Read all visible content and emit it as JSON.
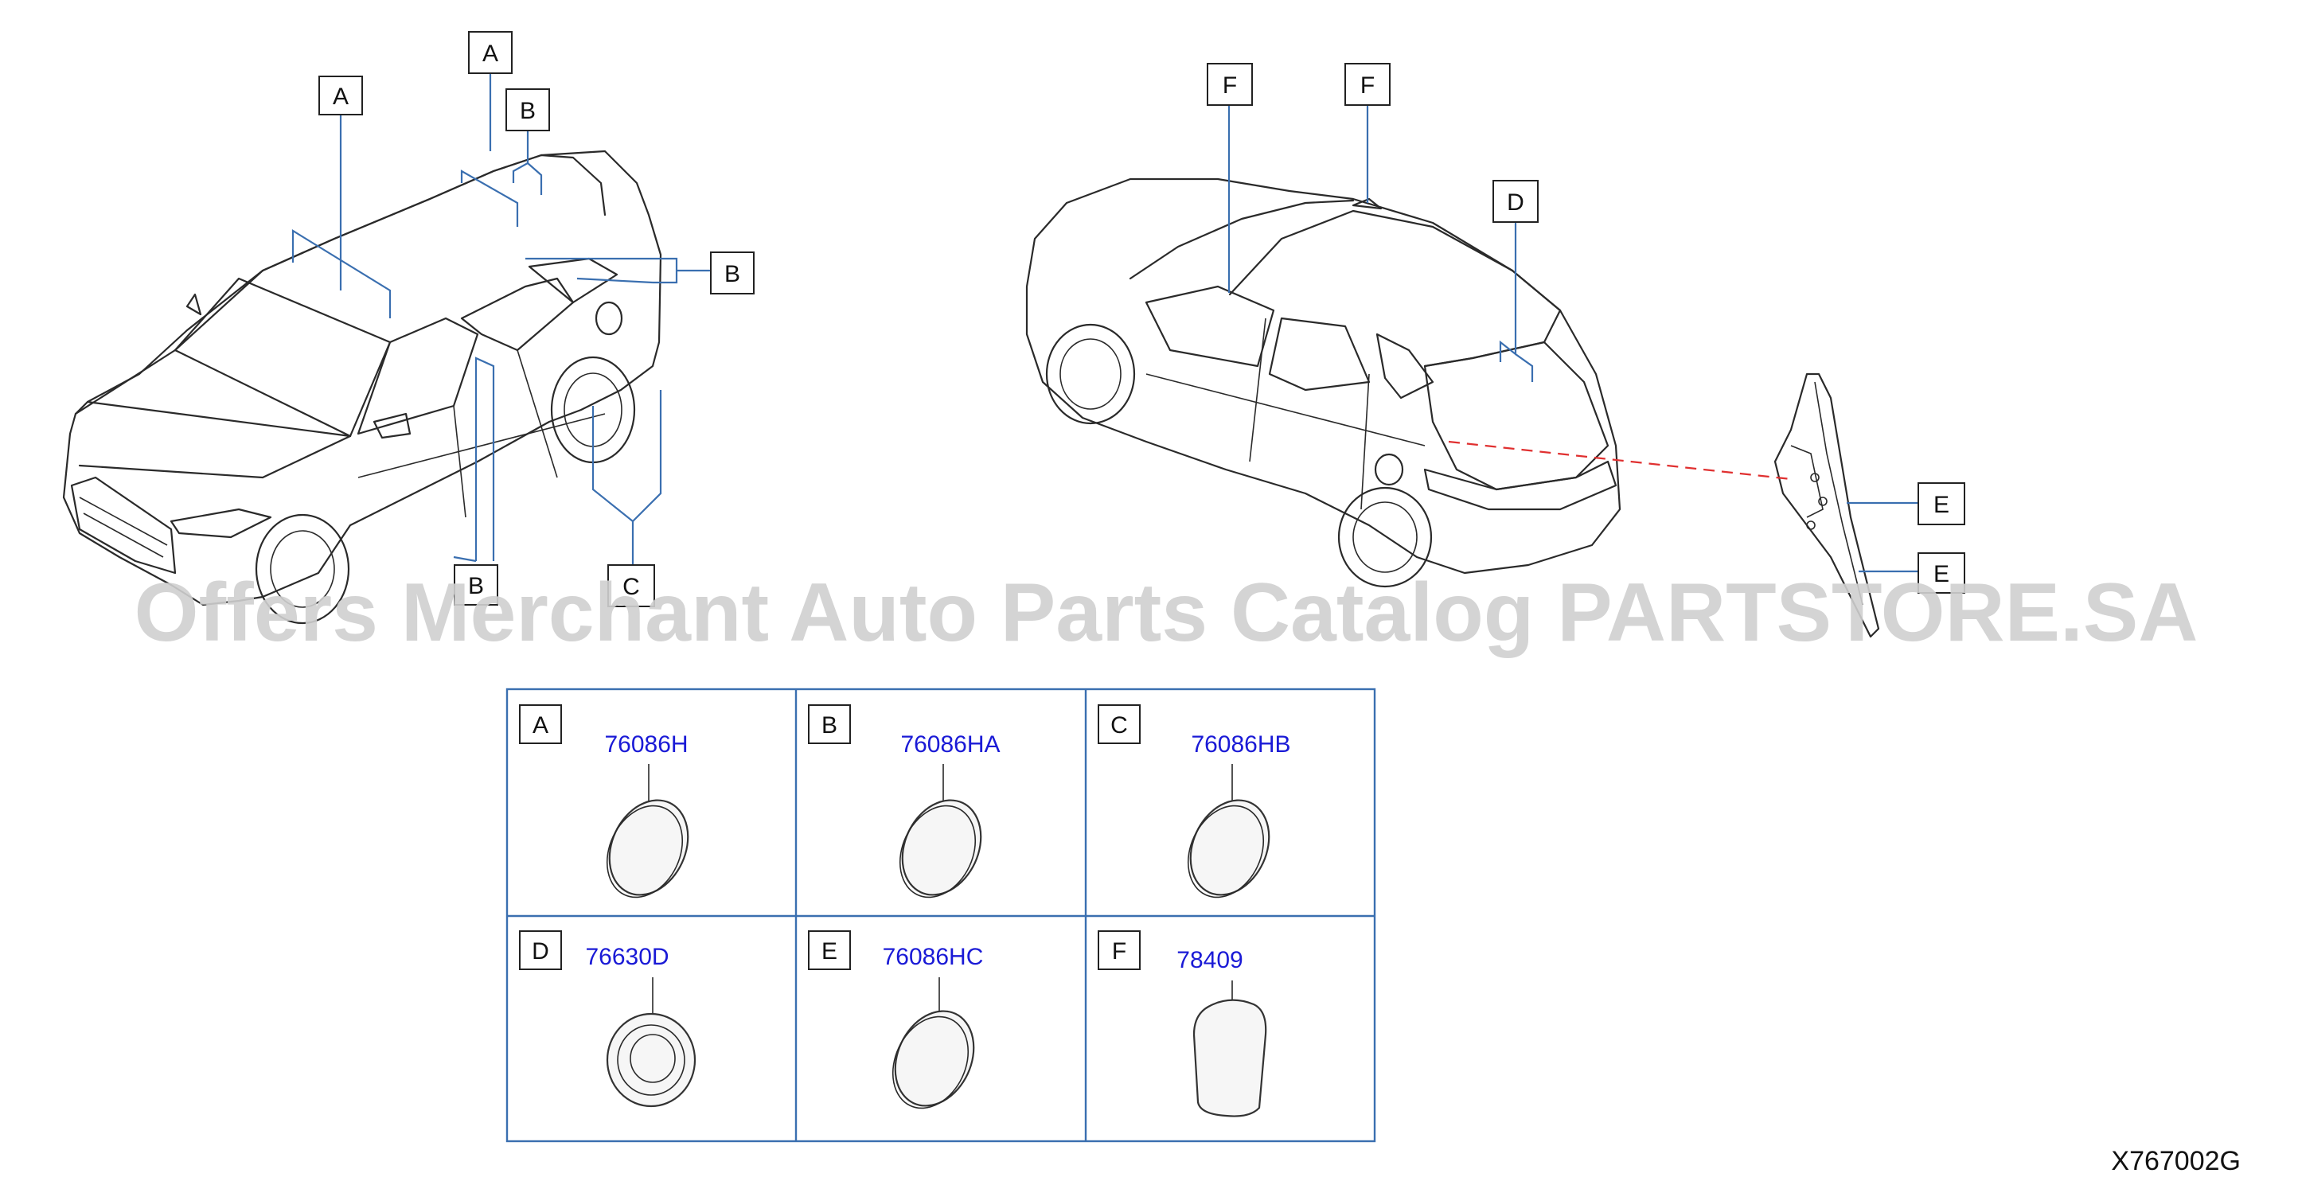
{
  "diagram": {
    "callouts": {
      "a": "A",
      "b": "B",
      "c": "C",
      "d": "D",
      "e": "E",
      "f": "F"
    },
    "watermark": "Offers Merchant Auto Parts Catalog PARTSTORE.SA",
    "diagram_code": "X767002G"
  },
  "parts_table": [
    {
      "key": "A",
      "part_number": "76086H"
    },
    {
      "key": "B",
      "part_number": "76086HA"
    },
    {
      "key": "C",
      "part_number": "76086HB"
    },
    {
      "key": "D",
      "part_number": "76630D"
    },
    {
      "key": "E",
      "part_number": "76086HC"
    },
    {
      "key": "F",
      "part_number": "78409"
    }
  ],
  "colors": {
    "leader_line": "#3a6fb0",
    "part_number_text": "#1a1ad6",
    "section_line": "#e03030"
  }
}
